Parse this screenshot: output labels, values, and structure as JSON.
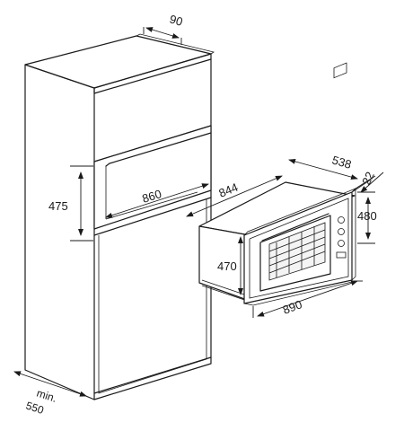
{
  "dimensions": {
    "cabinet_top_depth": "90",
    "niche_height": "475",
    "niche_width": "860",
    "oven_body_width": "844",
    "oven_depth": "538",
    "front_thickness": "22",
    "front_height": "480",
    "body_height": "470",
    "front_width": "890",
    "cabinet_min_depth_prefix": "min.",
    "cabinet_min_depth": "550"
  },
  "icons": {
    "dimension_arrow": "arrowhead"
  }
}
